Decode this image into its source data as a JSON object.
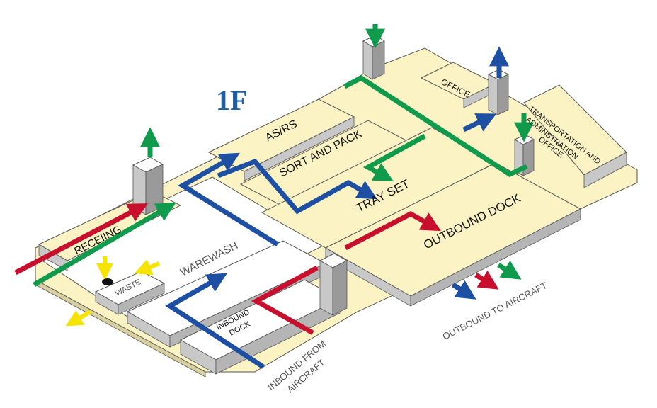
{
  "floor_label": "1F",
  "areas": {
    "asrs": "AS/RS",
    "sort_and_pack": "SORT AND PACK",
    "tray_set": "TRAY SET",
    "outbound_dock": "OUTBOUND DOCK",
    "office": "OFFICE",
    "transport_office_line1": "TRANSPORTATION AND",
    "transport_office_line2": "ADMINSTRATION",
    "transport_office_line3": "OFFICE",
    "receiving": "RECEIING",
    "warewash": "WAREWASH",
    "waste": "WASTE",
    "inbound_dock_line1": "INBOUND",
    "inbound_dock_line2": "DOCK"
  },
  "captions": {
    "inbound_line1": "INBOUND FROM",
    "inbound_line2": "AIRCRAFT",
    "outbound": "OUTBOUND TO AIRCRAFT"
  },
  "colors": {
    "floor_plate": "#fbf3c3",
    "slab_top": "#fbf3c3",
    "white_top": "#ffffff",
    "side_gray": "#c8c8c8",
    "side_dark": "#9a9a9a",
    "blue_flow": "#1d4fa3",
    "green_flow": "#0f9a4c",
    "red_flow": "#c8102e",
    "yellow_flow": "#f5e300",
    "floor_label": "#1f5fa8"
  }
}
